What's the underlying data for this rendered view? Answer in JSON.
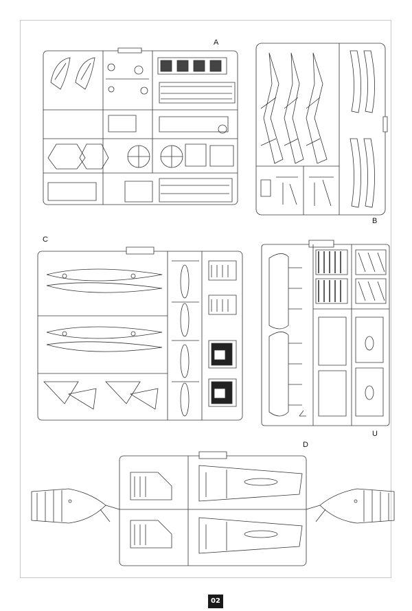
{
  "sprues": [
    {
      "id": "A",
      "letter": "A"
    },
    {
      "id": "B",
      "letter": "B"
    },
    {
      "id": "C",
      "letter": "C"
    },
    {
      "id": "U",
      "letter": "U"
    },
    {
      "id": "D",
      "letter": "D"
    }
  ],
  "page_number": "02",
  "colors": {
    "line": "#333333",
    "frame": "#c8c8c8",
    "page_box": "#1a1a1a"
  }
}
